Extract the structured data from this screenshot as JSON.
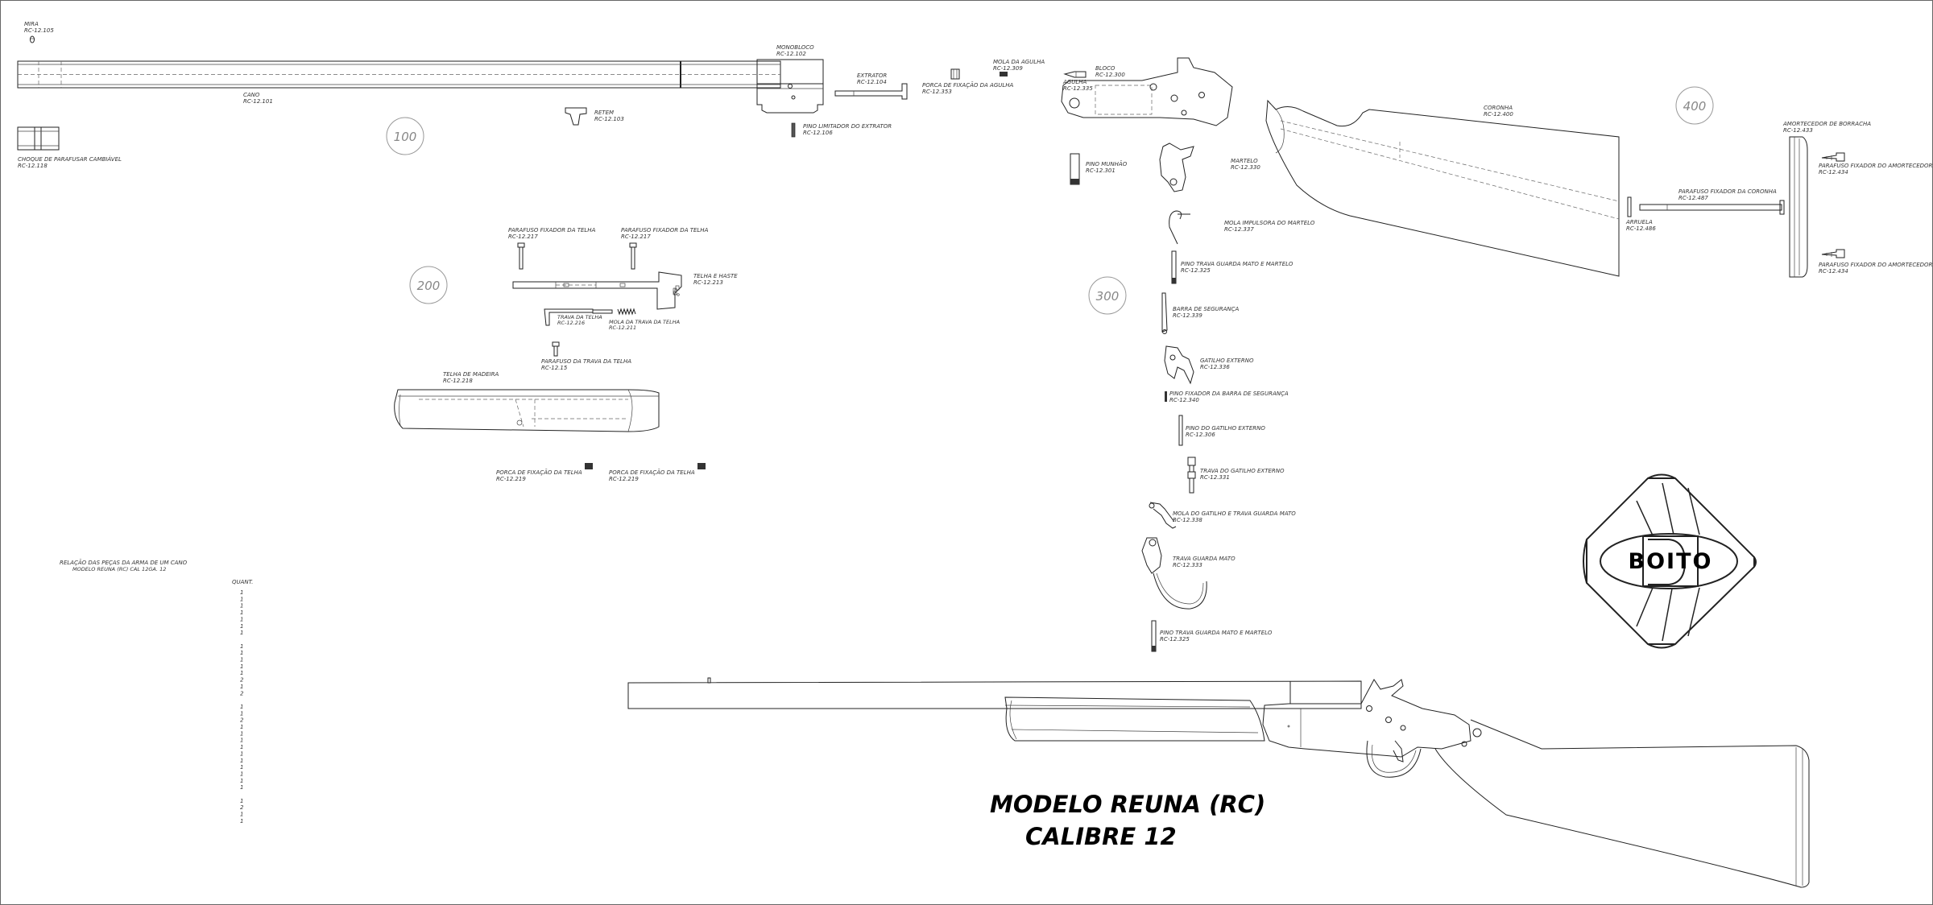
{
  "drawing": {
    "title_model": "MODELO REUNA (RC)",
    "title_caliber": "CALIBRE 12",
    "brand_logo": "BOITO",
    "parts_list_title": "RELAÇÃO DAS PEÇAS DA ARMA DE UM CANO",
    "parts_list_subtitle": "MODELO REUNA (RC) CAL 12GA. 12",
    "quantity_header": "QUANT.",
    "quantities": [
      "1",
      "1",
      "1",
      "1",
      "1",
      "1",
      "1",
      "",
      "1",
      "1",
      "1",
      "1",
      "1",
      "2",
      "1",
      "2",
      "",
      "1",
      "1",
      "2",
      "1",
      "1",
      "1",
      "1",
      "1",
      "1",
      "1",
      "1",
      "1",
      "1",
      "",
      "1",
      "2",
      "1",
      "1"
    ]
  },
  "groups": {
    "g100": "100",
    "g200": "200",
    "g300": "300",
    "g400": "400"
  },
  "parts": {
    "mira": {
      "name": "MIRA",
      "code": "RC-12.105"
    },
    "cano": {
      "name": "CANO",
      "code": "RC-12.101"
    },
    "choque": {
      "name": "CHOQUE DE PARAFUSAR CAMBIÁVEL",
      "code": "RC-12.118"
    },
    "retem": {
      "name": "RETEM",
      "code": "RC-12.103"
    },
    "monobloco": {
      "name": "MONOBLOCO",
      "code": "RC-12.102"
    },
    "pino_limitador": {
      "name": "PINO LIMITADOR DO EXTRATOR",
      "code": "RC-12.106"
    },
    "extrator": {
      "name": "EXTRATOR",
      "code": "RC-12.104"
    },
    "porca_agulha": {
      "name": "PORCA DE FIXAÇÃO DA AGULHA",
      "code": "RC-12.353"
    },
    "mola_agulha": {
      "name": "MOLA DA AGULHA",
      "code": "RC-12.309"
    },
    "agulha": {
      "name": "AGULHA",
      "code": "RC-12.335"
    },
    "bloco": {
      "name": "BLOCO",
      "code": "RC-12.300"
    },
    "pino_munhao": {
      "name": "PINO MUNHÃO",
      "code": "RC-12.301"
    },
    "martelo": {
      "name": "MARTELO",
      "code": "RC-12.330"
    },
    "mola_impulsora": {
      "name": "MOLA IMPULSORA DO MARTELO",
      "code": "RC-12.337"
    },
    "pino_trava_guarda_1": {
      "name": "PINO TRAVA GUARDA MATO E MARTELO",
      "code": "RC-12.325"
    },
    "barra_seguranca": {
      "name": "BARRA DE SEGURANÇA",
      "code": "RC-12.339"
    },
    "gatilho_externo": {
      "name": "GATILHO EXTERNO",
      "code": "RC-12.336"
    },
    "pino_barra": {
      "name": "PINO FIXADOR DA BARRA DE SEGURANÇA",
      "code": "RC-12.340"
    },
    "pino_gatilho": {
      "name": "PINO DO GATILHO EXTERNO",
      "code": "RC-12.306"
    },
    "trava_gatilho": {
      "name": "TRAVA DO GATILHO EXTERNO",
      "code": "RC-12.331"
    },
    "mola_gatilho": {
      "name": "MOLA DO GATILHO E TRAVA GUARDA MATO",
      "code": "RC-12.338"
    },
    "trava_guarda_mato": {
      "name": "TRAVA GUARDA MATO",
      "code": "RC-12.333"
    },
    "pino_trava_guarda_2": {
      "name": "PINO TRAVA GUARDA MATO E MARTELO",
      "code": "RC-12.325"
    },
    "coronha": {
      "name": "CORONHA",
      "code": "RC-12.400"
    },
    "amortecedor": {
      "name": "AMORTECEDOR DE BORRACHA",
      "code": "RC-12.433"
    },
    "parafuso_amort_1": {
      "name": "PARAFUSO FIXADOR DO AMORTECEDOR",
      "code": "RC-12.434"
    },
    "parafuso_amort_2": {
      "name": "PARAFUSO FIXADOR DO AMORTECEDOR",
      "code": "RC-12.434"
    },
    "parafuso_coronha": {
      "name": "PARAFUSO FIXADOR DA CORONHA",
      "code": "RC-12.487"
    },
    "arruela": {
      "name": "ARRUELA",
      "code": "RC-12.486"
    },
    "parafuso_telha_1": {
      "name": "PARAFUSO FIXADOR DA TELHA",
      "code": "RC-12.217"
    },
    "parafuso_telha_2": {
      "name": "PARAFUSO FIXADOR DA TELHA",
      "code": "RC-12.217"
    },
    "telha_haste": {
      "name": "TELHA E HASTE",
      "code": "RC-12.213"
    },
    "trava_telha": {
      "name": "TRAVA DA TELHA",
      "code": "RC-12.216"
    },
    "mola_trava_telha": {
      "name": "MOLA DA TRAVA DA TELHA",
      "code": "RC-12.211"
    },
    "parafuso_trava_telha": {
      "name": "PARAFUSO DA TRAVA DA TELHA",
      "code": "RC-12.15"
    },
    "telha_madeira": {
      "name": "TELHA DE MADEIRA",
      "code": "RC-12.218"
    },
    "porca_telha_1": {
      "name": "PORCA DE FIXAÇÃO DA TELHA",
      "code": "RC-12.219"
    },
    "porca_telha_2": {
      "name": "PORCA DE FIXAÇÃO DA TELHA",
      "code": "RC-12.219"
    }
  }
}
